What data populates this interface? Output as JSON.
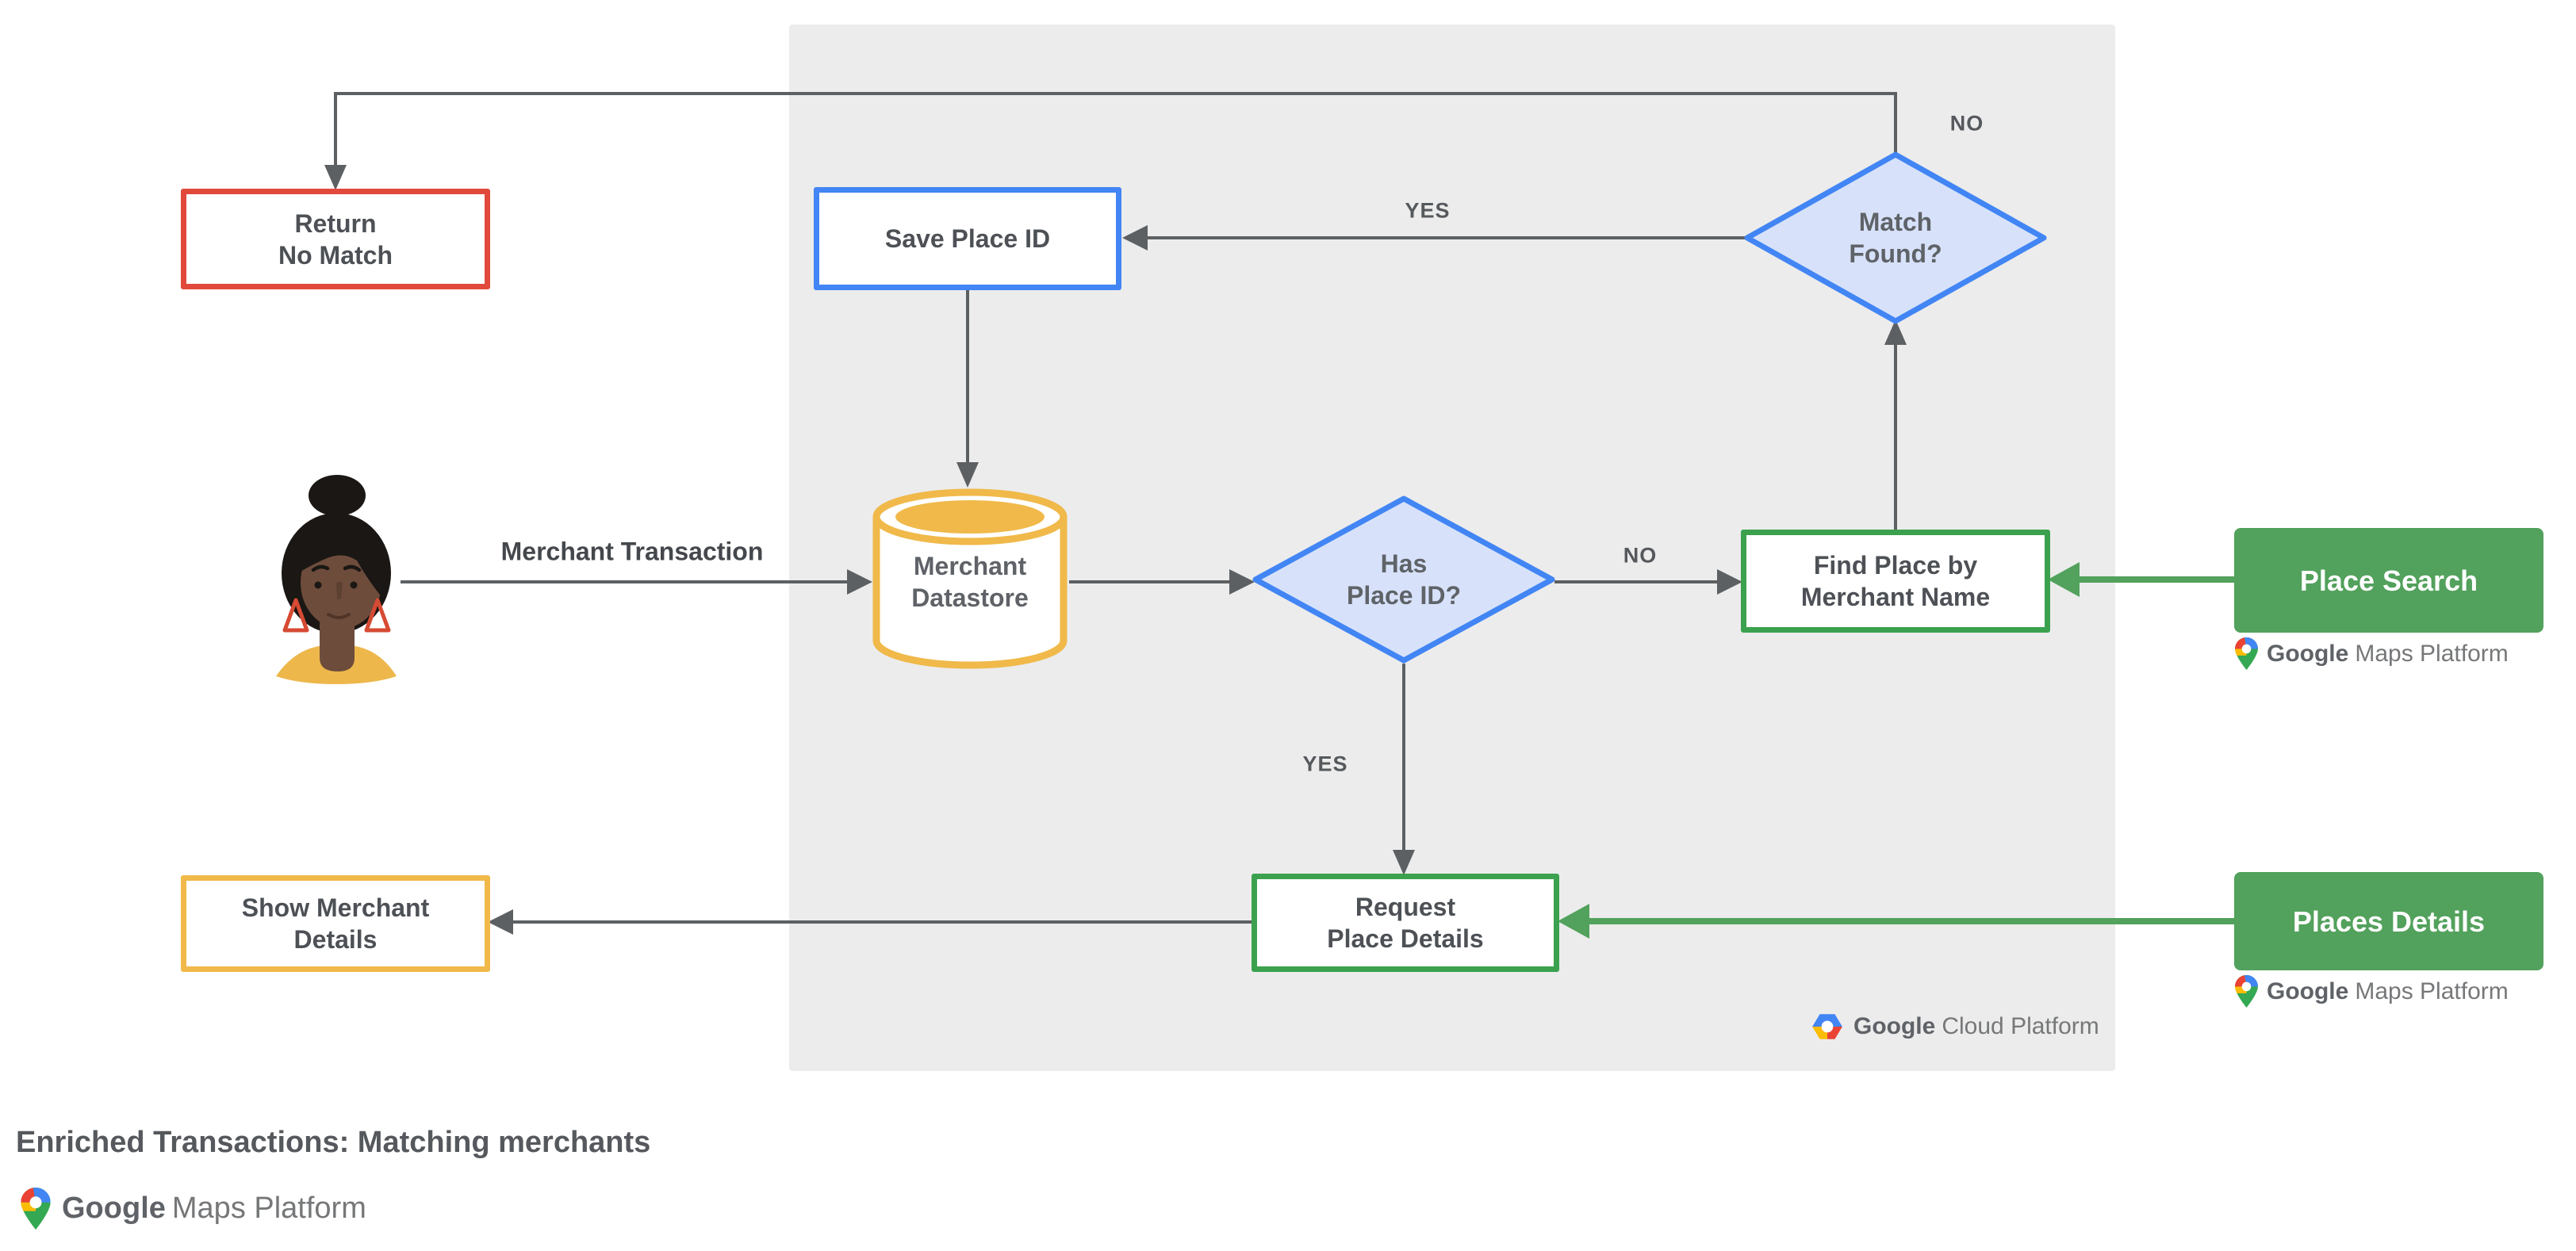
{
  "title": "Enriched Transactions: Matching merchants",
  "colors": {
    "red_border": "#e0493b",
    "blue_border": "#4285f4",
    "blue_fill": "#d7e2fa",
    "yellow_border": "#f0b94a",
    "green_border": "#3ba14e",
    "green_solid": "#52a15c",
    "gray_line": "#5d6063",
    "node_text": "#4d5156",
    "panel_bg": "#ececec"
  },
  "nodes": {
    "return_no_match": {
      "line1": "Return",
      "line2": "No Match"
    },
    "save_place_id": {
      "label": "Save Place ID"
    },
    "match_found": {
      "line1": "Match",
      "line2": "Found?"
    },
    "merchant_datastore": {
      "line1": "Merchant",
      "line2": "Datastore"
    },
    "has_place_id": {
      "line1": "Has",
      "line2": "Place ID?"
    },
    "find_place": {
      "line1": "Find Place by",
      "line2": "Merchant Name"
    },
    "place_search": {
      "label": "Place Search"
    },
    "show_merchant_details": {
      "line1": "Show Merchant",
      "line2": "Details"
    },
    "request_place_details": {
      "line1": "Request",
      "line2": "Place Details"
    },
    "places_details": {
      "label": "Places Details"
    }
  },
  "edge_labels": {
    "match_no": "NO",
    "match_yes": "YES",
    "has_no": "NO",
    "has_yes": "YES",
    "merchant_transaction": "Merchant Transaction"
  },
  "logos": {
    "gmp_google": "Google",
    "gmp_rest": "Maps Platform",
    "gcp_google": "Google",
    "gcp_rest": "Cloud Platform"
  }
}
